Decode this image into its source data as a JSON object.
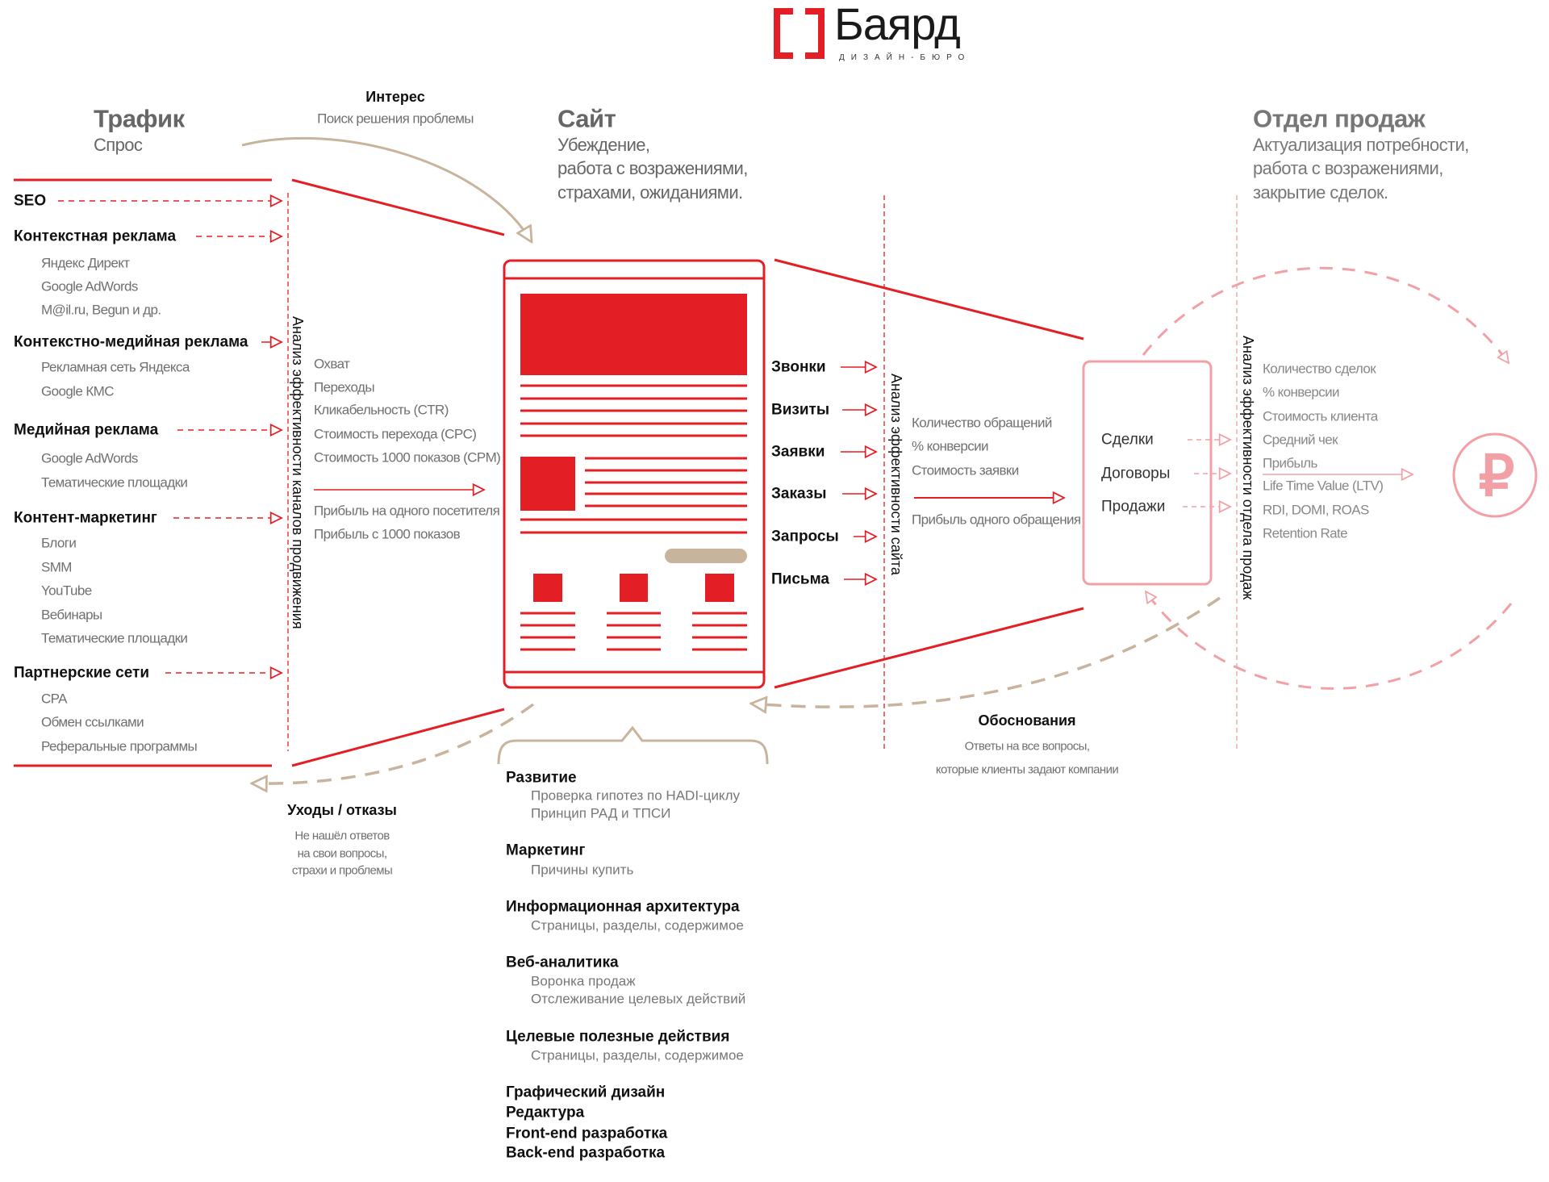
{
  "logo": {
    "name": "Баярд",
    "tagline": "ДИЗАЙН-БЮРО"
  },
  "colors": {
    "red": "#e31e24",
    "pink": "#f2a0a5",
    "tan": "#c8b49c",
    "gray": "#666666"
  },
  "traffic": {
    "title": "Трафик",
    "subtitle": "Спрос",
    "channels": [
      {
        "label": "SEO",
        "items": []
      },
      {
        "label": "Контекстная реклама",
        "items": [
          "Яндекс Директ",
          "Google AdWords",
          "M@il.ru, Begun и др."
        ]
      },
      {
        "label": "Контекстно-медийная реклама",
        "items": [
          "Рекламная сеть Яндекса",
          "Google КМС"
        ]
      },
      {
        "label": "Медийная реклама",
        "items": [
          "Google AdWords",
          "Тематические площадки"
        ]
      },
      {
        "label": "Контент-маркетинг",
        "items": [
          "Блоги",
          "SMM",
          "YouTube",
          "Вебинары",
          "Тематические площадки"
        ]
      },
      {
        "label": "Партнерские сети",
        "items": [
          "CPA",
          "Обмен ссылками",
          "Реферальные программы"
        ]
      }
    ],
    "analysis_label": "Анализ эффективности каналов продвижения",
    "metrics": [
      "Охват",
      "Переходы",
      "Кликабельность (CTR)",
      "Стоимость перехода (CPC)",
      "Стоимость 1000 показов (CPM)"
    ],
    "profit_metrics": [
      "Прибыль на одного посетителя",
      "Прибыль с 1000 показов"
    ]
  },
  "interest": {
    "title": "Интерес",
    "subtitle": "Поиск решения проблемы"
  },
  "exits": {
    "title": "Уходы / отказы",
    "lines": [
      "Не нашёл ответов",
      "на свои вопросы,",
      "страхи и проблемы"
    ]
  },
  "site": {
    "title": "Сайт",
    "subtitle_lines": [
      "Убеждение,",
      "работа с возражениями,",
      "страхами, ожиданиями."
    ],
    "actions": [
      "Звонки",
      "Визиты",
      "Заявки",
      "Заказы",
      "Запросы",
      "Письма"
    ],
    "analysis_label": "Анализ эффективности сайта",
    "metrics": [
      "Количество обращений",
      "% конверсии",
      "Стоимость заявки"
    ],
    "profit_metric": "Прибыль одного обращения"
  },
  "justifications": {
    "title": "Обоснования",
    "lines": [
      "Ответы на все вопросы,",
      "которые клиенты задают компании"
    ]
  },
  "sales": {
    "title": "Отдел продаж",
    "subtitle_lines": [
      "Актуализация потребности,",
      "работа с возражениями,",
      "закрытие сделок."
    ],
    "stages": [
      "Сделки",
      "Договоры",
      "Продажи"
    ],
    "analysis_label": "Анализ эффективности отдела продаж",
    "metrics": [
      "Количество сделок",
      "% конверсии",
      "Стоимость клиента",
      "Средний чек",
      "Прибыль",
      "Life Time Value (LTV)",
      "RDI, DOMI, ROAS",
      "Retention Rate"
    ],
    "currency_symbol": "₽"
  },
  "disciplines": [
    {
      "title": "Развитие",
      "items": [
        "Проверка гипотез по HADI-циклу",
        "Принцип РАД и ТПСИ"
      ]
    },
    {
      "title": "Маркетинг",
      "items": [
        "Причины купить"
      ]
    },
    {
      "title": "Информационная архитектура",
      "items": [
        "Страницы, разделы, содержимое"
      ]
    },
    {
      "title": "Веб-аналитика",
      "items": [
        "Воронка продаж",
        "Отслеживание целевых действий"
      ]
    },
    {
      "title": "Целевые полезные действия",
      "items": [
        "Страницы, разделы, содержимое"
      ]
    },
    {
      "title": "Графический дизайн",
      "items": []
    },
    {
      "title": "Редактура",
      "items": []
    },
    {
      "title": "Front-end разработка",
      "items": []
    },
    {
      "title": "Back-end разработка",
      "items": []
    }
  ]
}
